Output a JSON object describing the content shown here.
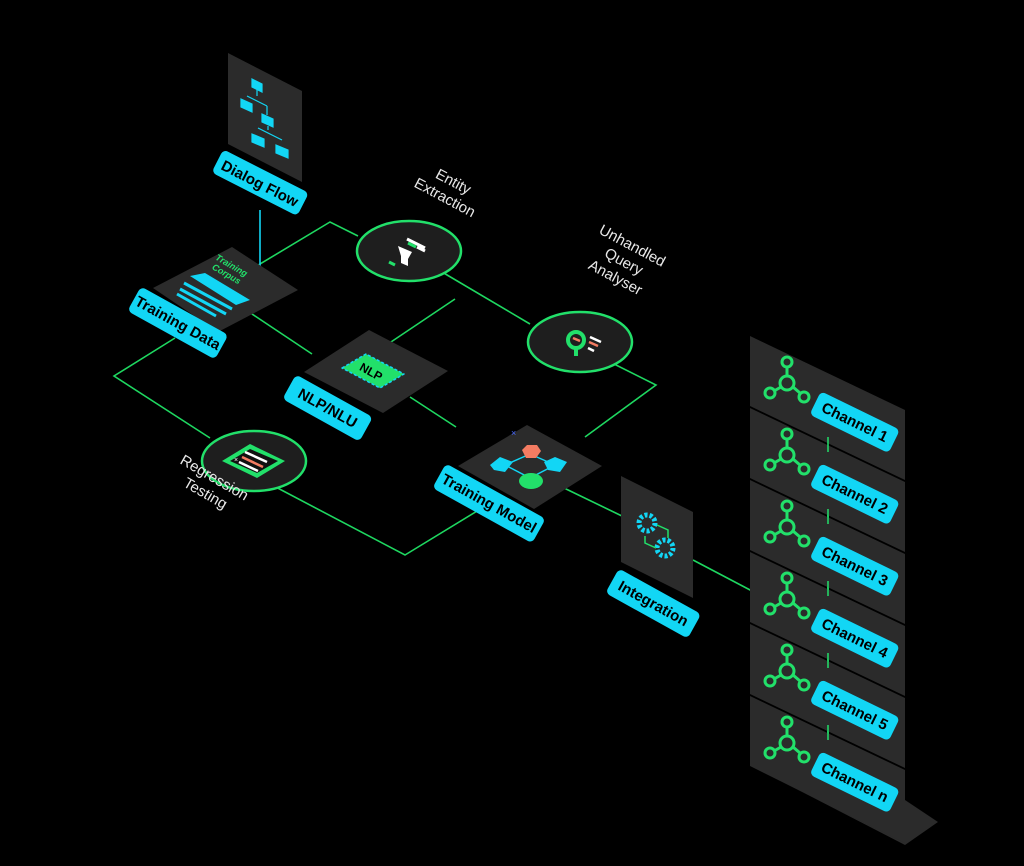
{
  "colors": {
    "background": "#000000",
    "panel": "#2b2b2b",
    "panel_dark": "#1e1e1e",
    "connector_green": "#1ed760",
    "accent_cyan": "#12d6f5",
    "accent_green": "#22e06a",
    "accent_salmon": "#f47c62",
    "text_white": "#e8e8e8"
  },
  "nodes": {
    "dialog_flow": {
      "label": "Dialog Flow",
      "icon": "flowchart-hierarchy-icon"
    },
    "training_data": {
      "label": "Training Data",
      "icon": "document-lines-icon",
      "sublabel_line1": "Training",
      "sublabel_line2": "Corpus"
    },
    "nlp_nlu": {
      "label": "NLP/NLU",
      "icon": "nlp-chip-icon",
      "chip_text": "NLP"
    },
    "training_model": {
      "label": "Training Model",
      "icon": "model-graph-icon"
    },
    "integration": {
      "label": "Integration",
      "icon": "gears-sync-icon"
    },
    "entity_extraction": {
      "line1": "Entity",
      "line2": "Extraction",
      "icon": "funnel-filter-icon"
    },
    "unhandled_query": {
      "line1": "Unhandled",
      "line2": "Query",
      "line3": "Analyser",
      "icon": "magnifier-list-icon"
    },
    "regression_testing": {
      "line1": "Regression",
      "line2": "Testing",
      "icon": "checklist-icon"
    }
  },
  "channels": [
    {
      "label": "Channel 1",
      "icon": "network-nodes-icon"
    },
    {
      "label": "Channel 2",
      "icon": "network-nodes-icon"
    },
    {
      "label": "Channel 3",
      "icon": "network-nodes-icon"
    },
    {
      "label": "Channel 4",
      "icon": "network-nodes-icon"
    },
    {
      "label": "Channel 5",
      "icon": "network-nodes-icon"
    },
    {
      "label": "Channel n",
      "icon": "network-nodes-icon"
    }
  ]
}
